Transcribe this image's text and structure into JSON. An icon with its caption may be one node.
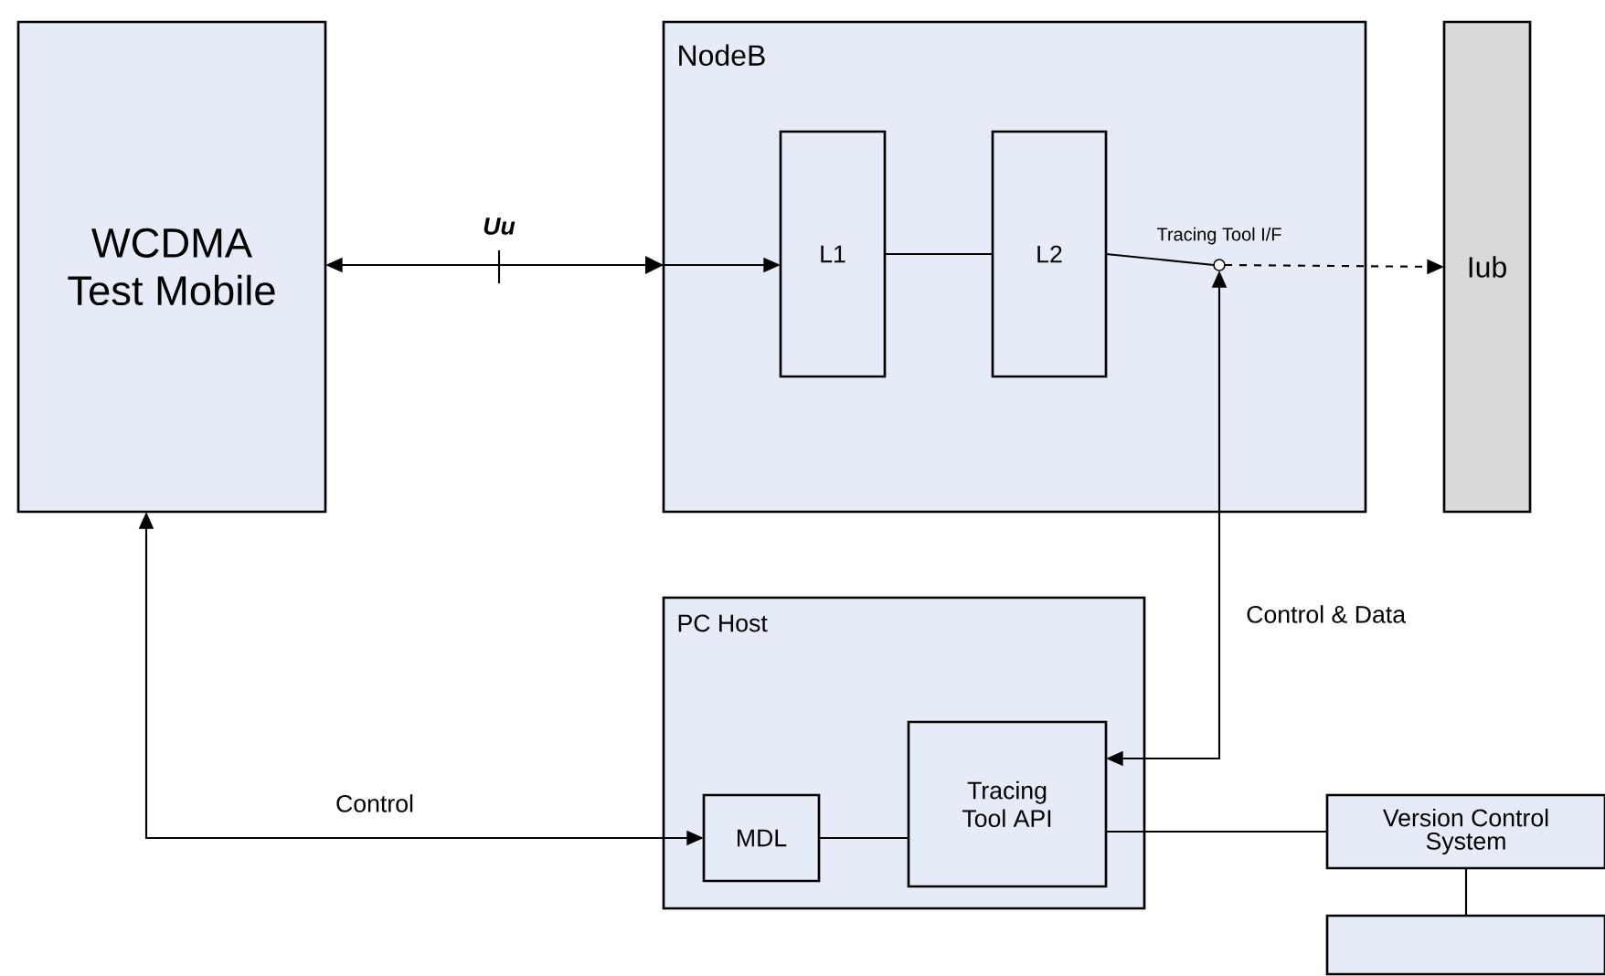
{
  "diagram": {
    "nodes": [
      {
        "text": [
          "WCDMA Test Mobile"
        ]
      },
      {
        "text": [
          "NodeB"
        ]
      },
      {
        "text": [
          "L1"
        ],
        "in": 1
      },
      {
        "text": [
          "L2"
        ],
        "in": 1
      },
      {
        "text": [
          "Tracing Tool I/F"
        ],
        "in": 1
      },
      {
        "text": [
          "Iub"
        ]
      },
      {
        "text": [
          "PC Host"
        ]
      },
      {
        "text": [
          "MDL"
        ],
        "in": 6
      },
      {
        "text": [
          "Tracing Tool API"
        ],
        "in": 6
      },
      {
        "text": [
          "Version Control System"
        ]
      },
      {
        "text": [],
        "shape": "box"
      }
    ],
    "edges": [
      {
        "from": 0,
        "to": 2,
        "arrow": "both",
        "label": "Uu"
      },
      {
        "from": 2,
        "to": 3,
        "arrow": "none"
      },
      {
        "from": 3,
        "to": 4,
        "arrow": "none"
      },
      {
        "from": 4,
        "to": 5,
        "arrow": "to",
        "style": "dashed"
      },
      {
        "from": 8,
        "to": 4,
        "arrow": "both",
        "label": "Control & Data"
      },
      {
        "from": 7,
        "to": 0,
        "arrow": "both",
        "label": "Control"
      },
      {
        "from": 7,
        "to": 8,
        "arrow": "none"
      },
      {
        "from": 8,
        "to": 9,
        "arrow": "none"
      },
      {
        "from": 9,
        "to": 10,
        "arrow": "none"
      }
    ]
  }
}
